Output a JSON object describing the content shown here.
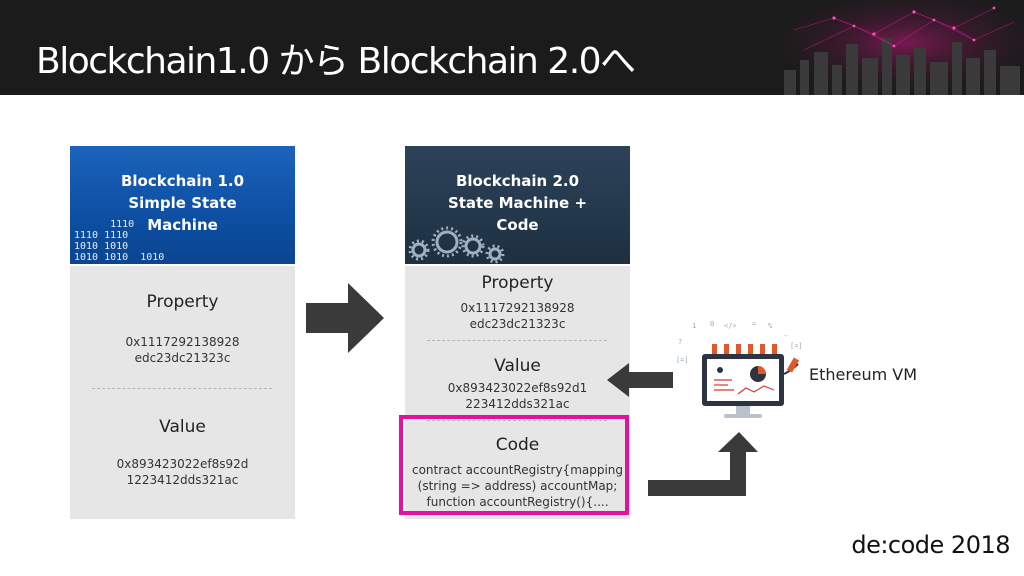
{
  "slide": {
    "title": "Blockchain1.0 から Blockchain 2.0へ",
    "signature": "de:code 2018"
  },
  "blockchain1": {
    "heading_lines": [
      "Blockchain 1.0",
      "Simple State",
      "Machine"
    ],
    "binary_lines": [
      "      1110",
      "1110 1110",
      "1010 1010",
      "1010 1010  1010"
    ],
    "property_label": "Property",
    "property_value_lines": [
      "0x1117292138928",
      "edc23dc21323c"
    ],
    "value_label": "Value",
    "value_value_lines": [
      "0x893423022ef8s92d",
      "1223412dds321ac"
    ]
  },
  "blockchain2": {
    "heading_lines": [
      "Blockchain 2.0",
      "State Machine +",
      "Code"
    ],
    "property_label": "Property",
    "property_value_lines": [
      "0x1117292138928",
      "edc23dc21323c"
    ],
    "value_label": "Value",
    "value_value_lines": [
      "0x893423022ef8s92d1",
      "223412dds321ac"
    ],
    "code_label": "Code",
    "code_value_lines": [
      "contract accountRegistry{mapping",
      "(string => address) accountMap;",
      "function accountRegistry(){...."
    ]
  },
  "evm": {
    "label": "Ethereum VM"
  },
  "colors": {
    "header_bg": "#1b1b1b",
    "bc1_head": "#0d4fa3",
    "bc2_head": "#24384c",
    "body_bg": "#e6e6e6",
    "highlight": "#e0139a",
    "arrow": "#3a3a3a"
  }
}
